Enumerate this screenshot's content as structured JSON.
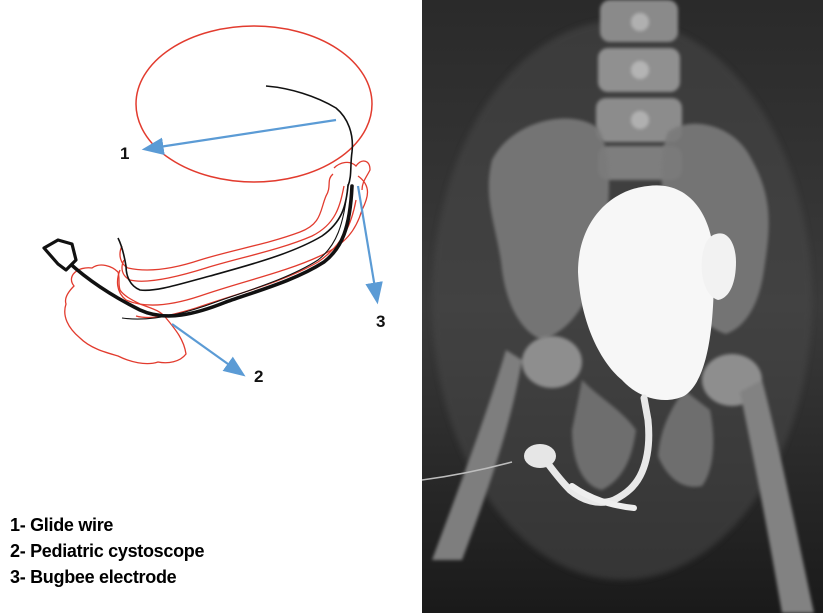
{
  "diagram": {
    "callouts": {
      "one": "1",
      "two": "2",
      "three": "3"
    },
    "legend": [
      "1- Glide wire",
      "2- Pediatric cystoscope",
      "3- Bugbee electrode"
    ],
    "colors": {
      "outline": "#e23b2e",
      "arrow": "#5b9bd5",
      "instrument": "#111111"
    }
  },
  "xray": {
    "description_icon": "radiograph-pelvis-voiding-cystourethrogram"
  }
}
